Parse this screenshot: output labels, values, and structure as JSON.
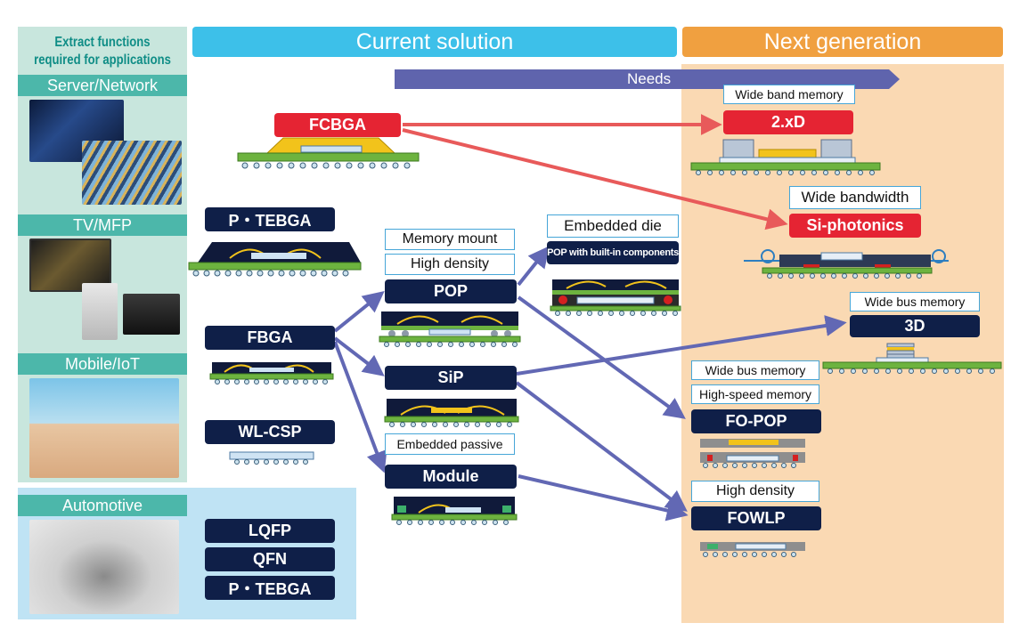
{
  "left_column": {
    "title": "Extract functions required for applications",
    "title_line1": "Extract functions",
    "title_line2": "required for applications",
    "categories": {
      "server": "Server/Network",
      "tv": "TV/MFP",
      "mobile": "Mobile/IoT",
      "automotive": "Automotive"
    }
  },
  "headers": {
    "current": "Current solution",
    "next": "Next generation"
  },
  "needs_label": "Needs",
  "current_packages": {
    "fcbga": "FCBGA",
    "p_tebga_1": "P・TEBGA",
    "fbga": "FBGA",
    "wl_csp": "WL-CSP",
    "lqfp": "LQFP",
    "qfn": "QFN",
    "p_tebga_2": "P・TEBGA",
    "pop": "POP",
    "sip": "SiP",
    "module": "Module",
    "pop_builtin": "POP with built-in components"
  },
  "current_notes": {
    "memory_mount": "Memory mount",
    "high_density": "High density",
    "embedded_die": "Embedded die",
    "embedded_passive": "Embedded passive"
  },
  "next_packages": {
    "two_x_d": "2.xD",
    "si_photonics": "Si-photonics",
    "three_d": "3D",
    "fo_pop": "FO-POP",
    "fowlp": "FOWLP"
  },
  "next_notes": {
    "wide_band_memory": "Wide band memory",
    "wide_bandwidth": "Wide bandwidth",
    "wide_bus_memory_1": "Wide bus memory",
    "wide_bus_memory_2": "Wide bus memory",
    "high_speed_memory": "High-speed memory",
    "high_density_2": "High density"
  },
  "colors": {
    "current_header": "#3dc0e9",
    "next_header": "#f0a040",
    "dark_label": "#0f1f48",
    "red_label": "#e52433",
    "arrow_blue": "#6268b4",
    "arrow_red": "#e85a5a",
    "substrate_green": "#6db33f",
    "die_yellow": "#f2c31b"
  },
  "icons": [
    "server-room-photo",
    "network-cables-photo",
    "tv-photo",
    "copier-photo",
    "printer-photo",
    "selfie-family-photo",
    "car-dashboard-photo"
  ]
}
